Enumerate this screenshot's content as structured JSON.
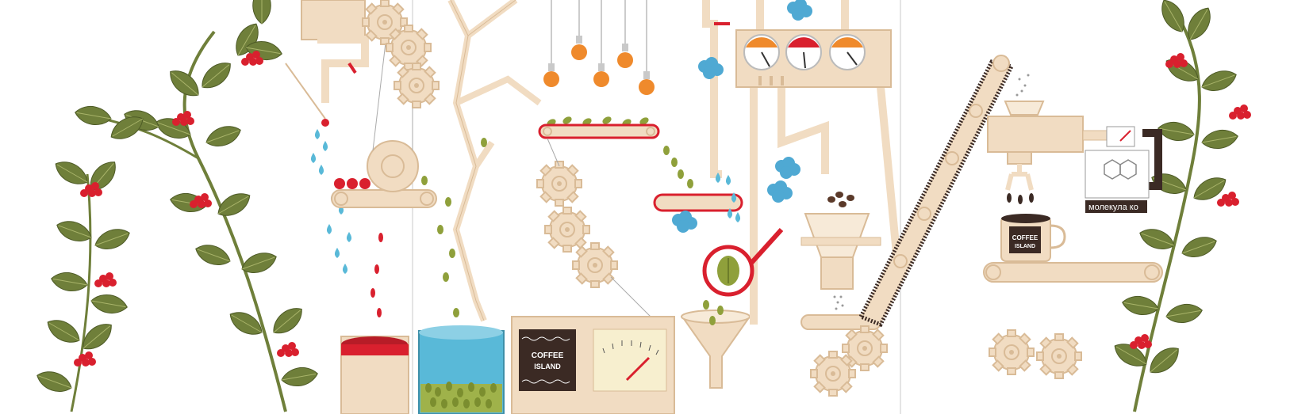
{
  "illustration": {
    "brand_logo": {
      "line1": "COFFEE",
      "line2": "ISLAND"
    },
    "cup_logo": {
      "line1": "COFFEE",
      "line2": "ISLAND"
    },
    "molecule_sign": {
      "text": "молекула ко"
    },
    "colors": {
      "machine": "#f1dcc2",
      "machine_stroke": "#d9bb97",
      "leaf": "#6f7f3a",
      "leaf_light": "#a9b46a",
      "berry": "#d9202e",
      "water": "#59b9d8",
      "bean_green": "#8fa03b",
      "bulb": "#ef8a2c",
      "gauge_red": "#d9202e",
      "cloud": "#4fa9d3",
      "dark": "#3b2a24"
    },
    "icons": [
      "coffee-plant-left",
      "coffee-plant-right",
      "gear-icon",
      "lightbulb-icon",
      "gauge-icon",
      "coffee-cup-icon",
      "molecule-icon",
      "cloud-icon"
    ]
  }
}
